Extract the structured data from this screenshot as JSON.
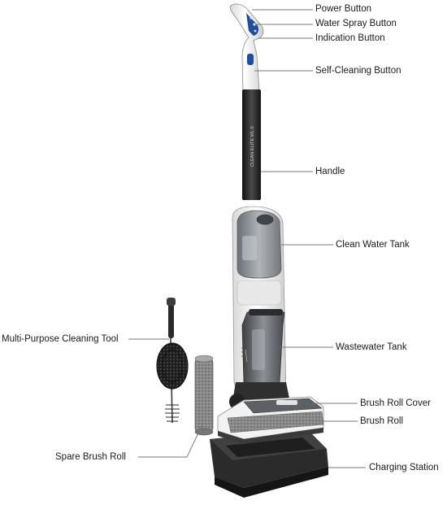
{
  "labels": {
    "power_button": "Power Button",
    "water_spray_button": "Water Spray Button",
    "indication_button": "Indication Button",
    "self_cleaning_button": "Self-Cleaning Button",
    "handle": "Handle",
    "clean_water_tank": "Clean Water Tank",
    "multi_purpose_tool": "Multi-Purpose Cleaning Tool",
    "wastewater_tank": "Wastewater Tank",
    "brush_roll_cover": "Brush Roll Cover",
    "brush_roll": "Brush Roll",
    "spare_brush_roll": "Spare Brush Roll",
    "charging_station": "Charging Station"
  },
  "handle_print": "CLEAN ELITE WL-5",
  "colors": {
    "body_white": "#f4f4f4",
    "dark_grey": "#3a3a3a",
    "tank_grey": "#8c9298",
    "button_blue": "#1f4f9c",
    "line": "#777777"
  }
}
